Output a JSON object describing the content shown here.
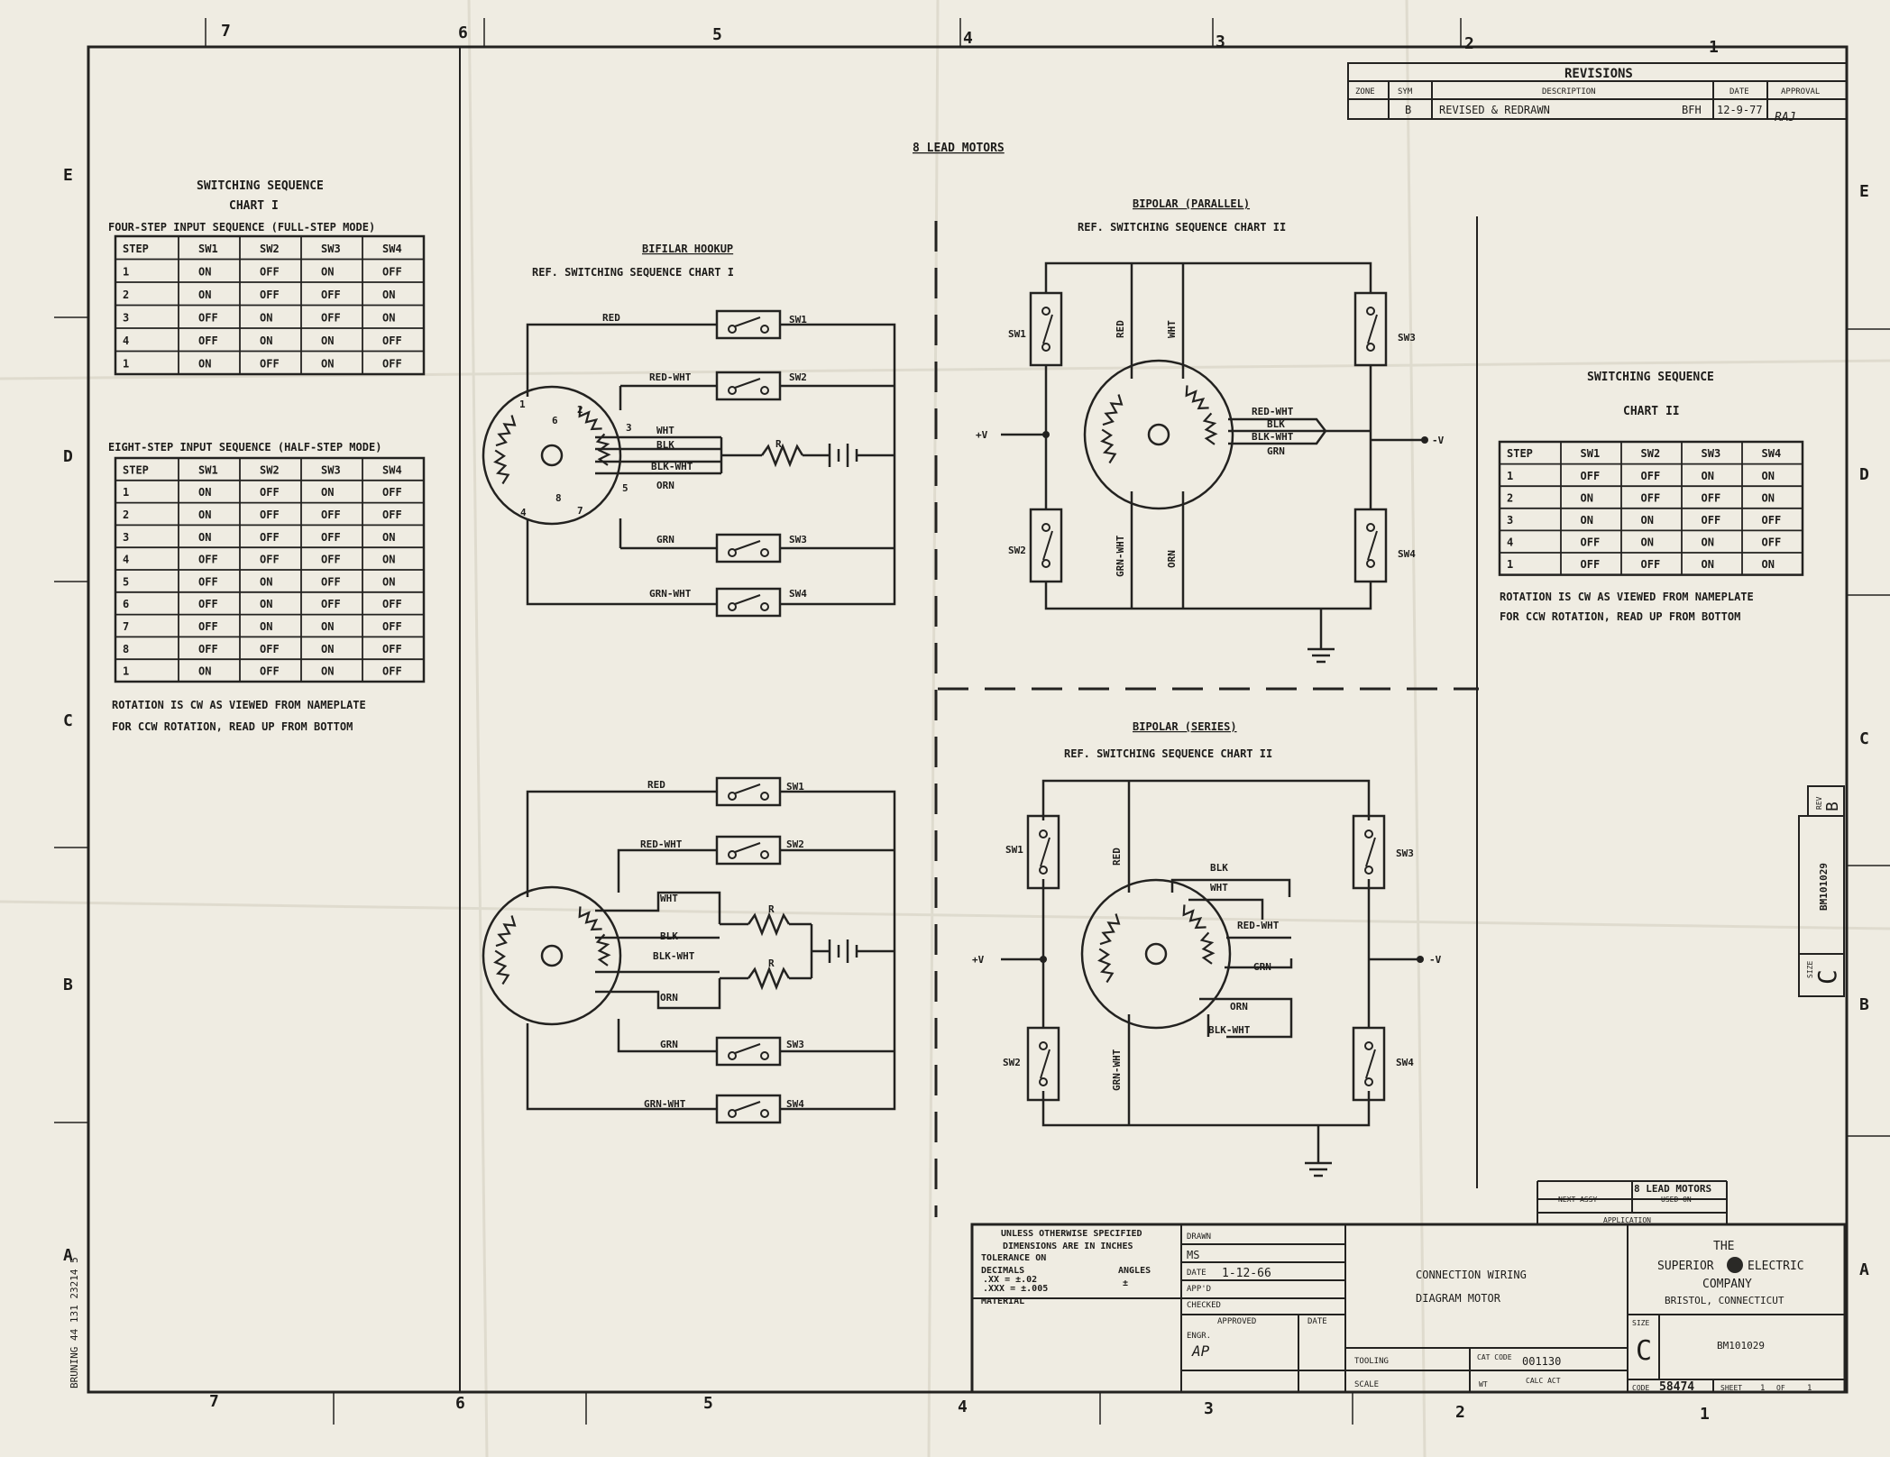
{
  "border": {
    "columns_top": [
      "7",
      "6",
      "5",
      "4",
      "3",
      "2",
      "1"
    ],
    "columns_bottom": [
      "7",
      "6",
      "5",
      "4",
      "3",
      "2",
      "1"
    ],
    "rows_left": [
      "E",
      "D",
      "C",
      "B",
      "A"
    ],
    "rows_right": [
      "E",
      "D",
      "C",
      "B",
      "A"
    ],
    "side_note": "BRUNING 44 131 23214 5"
  },
  "revisions": {
    "title": "REVISIONS",
    "headers": [
      "ZONE",
      "SYM",
      "DESCRIPTION",
      "DATE",
      "APPROVAL"
    ],
    "row": {
      "zone": "",
      "sym": "B",
      "description": "REVISED & REDRAWN",
      "by": "BFH",
      "date": "12-9-77",
      "approval": "RAJ"
    }
  },
  "heading": "8 LEAD MOTORS",
  "chart1": {
    "title": "SWITCHING SEQUENCE",
    "subtitle": "CHART I",
    "four_step": {
      "caption": "FOUR-STEP INPUT SEQUENCE (FULL-STEP MODE)",
      "headers": [
        "STEP",
        "SW1",
        "SW2",
        "SW3",
        "SW4"
      ],
      "rows": [
        [
          "1",
          "ON",
          "OFF",
          "ON",
          "OFF"
        ],
        [
          "2",
          "ON",
          "OFF",
          "OFF",
          "ON"
        ],
        [
          "3",
          "OFF",
          "ON",
          "OFF",
          "ON"
        ],
        [
          "4",
          "OFF",
          "ON",
          "ON",
          "OFF"
        ],
        [
          "1",
          "ON",
          "OFF",
          "ON",
          "OFF"
        ]
      ]
    },
    "eight_step": {
      "caption": "EIGHT-STEP INPUT SEQUENCE (HALF-STEP MODE)",
      "headers": [
        "STEP",
        "SW1",
        "SW2",
        "SW3",
        "SW4"
      ],
      "rows": [
        [
          "1",
          "ON",
          "OFF",
          "ON",
          "OFF"
        ],
        [
          "2",
          "ON",
          "OFF",
          "OFF",
          "OFF"
        ],
        [
          "3",
          "ON",
          "OFF",
          "OFF",
          "ON"
        ],
        [
          "4",
          "OFF",
          "OFF",
          "OFF",
          "ON"
        ],
        [
          "5",
          "OFF",
          "ON",
          "OFF",
          "ON"
        ],
        [
          "6",
          "OFF",
          "ON",
          "OFF",
          "OFF"
        ],
        [
          "7",
          "OFF",
          "ON",
          "ON",
          "OFF"
        ],
        [
          "8",
          "OFF",
          "OFF",
          "ON",
          "OFF"
        ],
        [
          "1",
          "ON",
          "OFF",
          "ON",
          "OFF"
        ]
      ]
    },
    "note1": "ROTATION IS CW AS VIEWED FROM NAMEPLATE",
    "note2": "FOR CCW ROTATION, READ UP FROM BOTTOM"
  },
  "chart2": {
    "title": "SWITCHING SEQUENCE",
    "subtitle": "CHART II",
    "headers": [
      "STEP",
      "SW1",
      "SW2",
      "SW3",
      "SW4"
    ],
    "rows": [
      [
        "1",
        "OFF",
        "OFF",
        "ON",
        "ON"
      ],
      [
        "2",
        "ON",
        "OFF",
        "OFF",
        "ON"
      ],
      [
        "3",
        "ON",
        "ON",
        "OFF",
        "OFF"
      ],
      [
        "4",
        "OFF",
        "ON",
        "ON",
        "OFF"
      ],
      [
        "1",
        "OFF",
        "OFF",
        "ON",
        "ON"
      ]
    ],
    "note1": "ROTATION IS CW AS VIEWED FROM NAMEPLATE",
    "note2": "FOR CCW ROTATION, READ UP FROM BOTTOM"
  },
  "bifilar": {
    "title": "BIFILAR HOOKUP",
    "ref": "REF. SWITCHING SEQUENCE CHART I",
    "wires": [
      "RED",
      "RED-WHT",
      "WHT",
      "BLK",
      "BLK-WHT",
      "ORN",
      "GRN",
      "GRN-WHT"
    ],
    "switches": [
      "SW1",
      "SW2",
      "SW3",
      "SW4"
    ],
    "resistor": "R",
    "terminals": [
      "1",
      "2",
      "3",
      "4",
      "5",
      "6",
      "7",
      "8"
    ]
  },
  "bifilar2": {
    "wires": [
      "RED",
      "RED-WHT",
      "WHT",
      "BLK",
      "BLK-WHT",
      "ORN",
      "GRN",
      "GRN-WHT"
    ],
    "switches": [
      "SW1",
      "SW2",
      "SW3",
      "SW4"
    ],
    "resistors": [
      "R",
      "R"
    ]
  },
  "parallel": {
    "title": "BIPOLAR (PARALLEL)",
    "ref": "REF. SWITCHING SEQUENCE CHART II",
    "vertical_labels": [
      "RED",
      "WHT",
      "GRN-WHT",
      "ORN"
    ],
    "wires": [
      "RED-WHT",
      "BLK",
      "BLK-WHT",
      "GRN"
    ],
    "switches": [
      "SW1",
      "SW2",
      "SW3",
      "SW4"
    ],
    "plus_v": "+V",
    "minus_v": "-V"
  },
  "series": {
    "title": "BIPOLAR (SERIES)",
    "ref": "REF. SWITCHING SEQUENCE CHART II",
    "vertical_labels": [
      "RED",
      "GRN-WHT"
    ],
    "wires": [
      "BLK",
      "WHT",
      "RED-WHT",
      "GRN",
      "ORN",
      "BLK-WHT"
    ],
    "switches": [
      "SW1",
      "SW2",
      "SW3",
      "SW4"
    ],
    "plus_v": "+V",
    "minus_v": "-V"
  },
  "title_block": {
    "unless": "UNLESS OTHERWISE SPECIFIED",
    "dimensions": "DIMENSIONS ARE IN INCHES",
    "tolerance": "TOLERANCE ON",
    "decimals": "DECIMALS",
    "xx": ".XX = ±.02",
    "xxx": ".XXX = ±.005",
    "angles": "ANGLES",
    "angles_val": "±",
    "material": "MATERIAL",
    "drawn_label": "DRAWN",
    "drawn_by": "MS",
    "date_label": "DATE",
    "date": "1-12-66",
    "appd_label": "APP'D",
    "checked_label": "CHECKED",
    "approved_label": "APPROVED",
    "date_col": "DATE",
    "engr_label": "ENGR.",
    "engr": "AP",
    "tooling": "TOOLING",
    "scale": "SCALE",
    "description1": "CONNECTION WIRING",
    "description2": "DIAGRAM MOTOR",
    "cat_code_label": "CAT CODE",
    "cat_code": "001130",
    "wt": "WT",
    "calc_act": "CALC ACT",
    "company1": "THE",
    "company2": "SUPERIOR",
    "company3": "ELECTRIC",
    "company4": "COMPANY",
    "company5": "BRISTOL, CONNECTICUT",
    "size_label": "SIZE",
    "size": "C",
    "dwg_no": "BM101029",
    "code_label": "CODE",
    "code": "58474",
    "sheet_label": "SHEET",
    "sheet": "1",
    "of_label": "OF",
    "of": "1",
    "next_assy": "NEXT ASSY",
    "used_on": "USED ON",
    "application": "APPLICATION",
    "used_on_val": "8 LEAD MOTORS"
  },
  "side_tab": {
    "rev_label": "REV",
    "rev": "B",
    "dwg": "BM101029",
    "size_label": "SIZE",
    "size": "C"
  }
}
